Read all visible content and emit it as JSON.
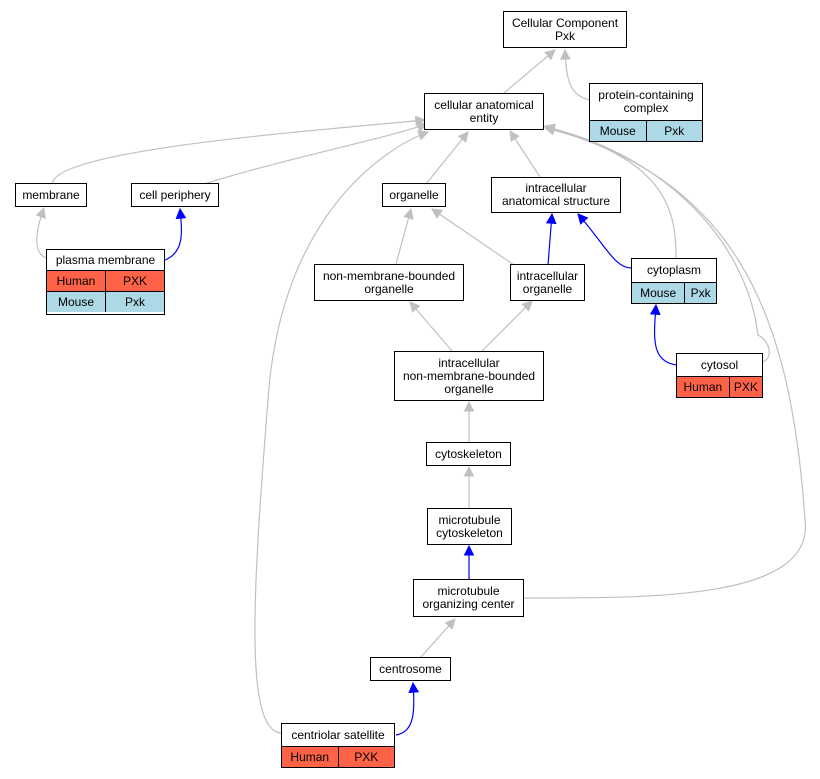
{
  "colors": {
    "is_a_edge": "#c0c0c0",
    "part_of_edge": "#0000ff",
    "human_cell": "#ff6347",
    "mouse_cell": "#add8e6"
  },
  "nodes": {
    "root": {
      "title": "Cellular Component\nPxk"
    },
    "pcc": {
      "title": "protein-containing\ncomplex",
      "cells": [
        "Mouse",
        "Pxk"
      ]
    },
    "cae": {
      "title": "cellular anatomical\nentity"
    },
    "membrane": {
      "title": "membrane"
    },
    "cellperiph": {
      "title": "cell periphery"
    },
    "organelle": {
      "title": "organelle"
    },
    "ias": {
      "title": "intracellular\nanatomical structure"
    },
    "pm": {
      "title": "plasma membrane",
      "rows": [
        [
          "Human",
          "PXK"
        ],
        [
          "Mouse",
          "Pxk"
        ]
      ]
    },
    "nmbo": {
      "title": "non-membrane-bounded\norganelle"
    },
    "io": {
      "title": "intracellular\norganelle"
    },
    "cytoplasm": {
      "title": "cytoplasm",
      "cells": [
        "Mouse",
        "Pxk"
      ]
    },
    "inmbo": {
      "title": "intracellular\nnon-membrane-bounded\norganelle"
    },
    "cytosol": {
      "title": "cytosol",
      "cells": [
        "Human",
        "PXK"
      ]
    },
    "cytoskeleton": {
      "title": "cytoskeleton"
    },
    "mtcyto": {
      "title": "microtubule\ncytoskeleton"
    },
    "mtoc": {
      "title": "microtubule\norganizing center"
    },
    "centrosome": {
      "title": "centrosome"
    },
    "cs": {
      "title": "centriolar satellite",
      "cells": [
        "Human",
        "PXK"
      ]
    }
  }
}
